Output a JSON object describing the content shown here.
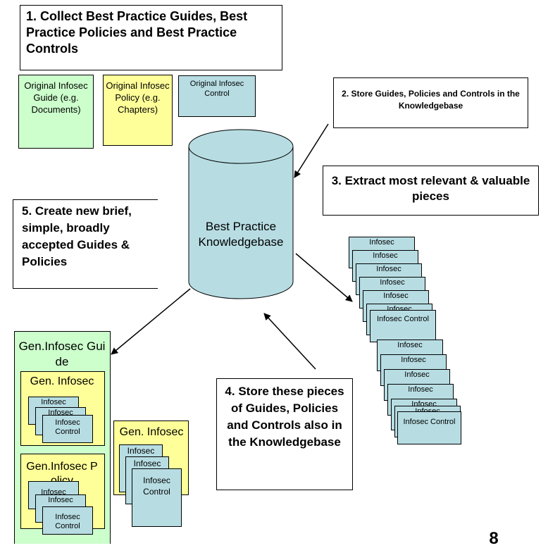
{
  "step1": "1. Collect Best Practice Guides, Best Practice Policies and Best Practice Controls",
  "step2": "2. Store Guides, Policies and Controls in the Knowledgebase",
  "step3": "3. Extract most relevant & valuable pieces",
  "step4": "4. Store these pieces of Guides, Policies and Controls also in the Knowledgebase",
  "step5": "5. Create new brief, simple, broadly accepted Guides & Policies",
  "originals": {
    "guide": "Original Infosec Guide (e.g. Documents)",
    "policy": "Original Infosec Policy (e.g. Chapters)",
    "control": "Original Infosec Control"
  },
  "knowledgebase": "Best Practice Knowledgebase",
  "card_label": "Infosec",
  "card_control_label": "Infosec Control",
  "gen_guide_title": "Gen.Infosec Guide",
  "gen_sub1_title": "Gen. Infosec",
  "gen_sub2_title": "Gen.Infosec Policy",
  "gen_policy_title": "Gen. Infosec",
  "gen_policy_card": "Infosec",
  "gen_policy_control": "Infosec Control",
  "page_number": "8",
  "colors": {
    "guide": "#ccffcc",
    "policy": "#ffff99",
    "control": "#b7dde3"
  }
}
